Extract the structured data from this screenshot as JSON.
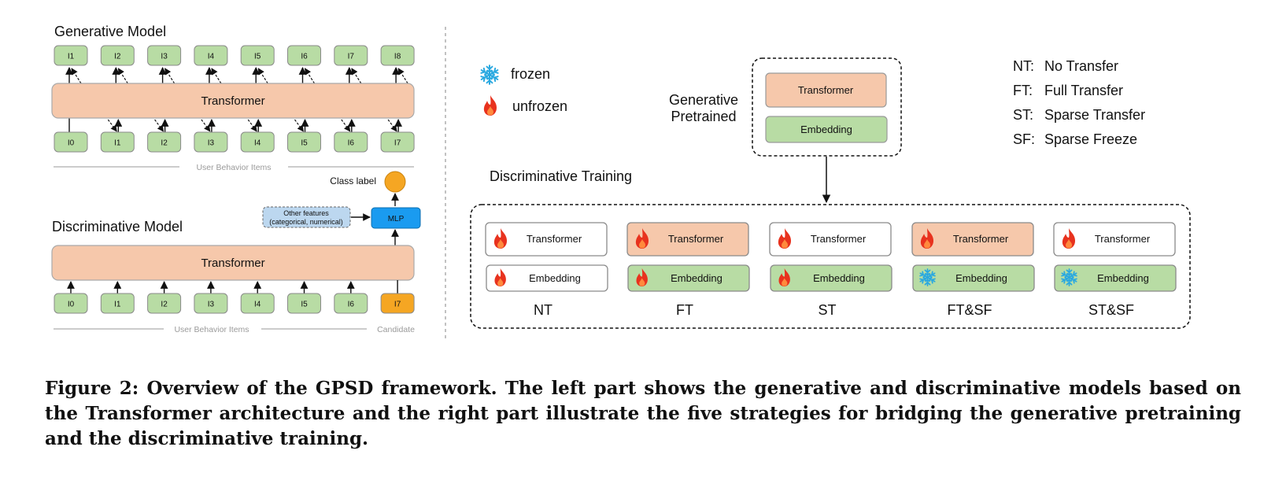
{
  "left": {
    "generative": {
      "title": "Generative Model",
      "transformer": "Transformer",
      "outputs": [
        "I1",
        "I2",
        "I3",
        "I4",
        "I5",
        "I6",
        "I7",
        "I8"
      ],
      "inputs": [
        "I0",
        "I1",
        "I2",
        "I3",
        "I4",
        "I5",
        "I6",
        "I7"
      ],
      "axis_label": "User Behavior Items"
    },
    "discriminative": {
      "title": "Discriminative Model",
      "transformer": "Transformer",
      "inputs": [
        "I0",
        "I1",
        "I2",
        "I3",
        "I4",
        "I5",
        "I6",
        "I7"
      ],
      "axis_label": "User Behavior Items",
      "candidate_label": "Candidate",
      "mlp": "MLP",
      "other_features_line1": "Other features",
      "other_features_line2": "(categorical, numerical)",
      "class_label": "Class label"
    }
  },
  "right": {
    "legend": {
      "frozen": "frozen",
      "unfrozen": "unfrozen"
    },
    "pretrained": {
      "label_line1": "Generative",
      "label_line2": "Pretrained",
      "transformer": "Transformer",
      "embedding": "Embedding"
    },
    "training_title": "Discriminative Training",
    "abbreviations": [
      {
        "code": "NT:",
        "text": "No Transfer"
      },
      {
        "code": "FT:",
        "text": "Full Transfer"
      },
      {
        "code": "ST:",
        "text": "Sparse Transfer"
      },
      {
        "code": "SF:",
        "text": "Sparse Freeze"
      }
    ],
    "strategies": [
      {
        "name": "NT",
        "transformer": "Transformer",
        "embedding": "Embedding",
        "transformer_state": "unfrozen",
        "embedding_state": "unfrozen",
        "transformer_transferred": false,
        "embedding_transferred": false
      },
      {
        "name": "FT",
        "transformer": "Transformer",
        "embedding": "Embedding",
        "transformer_state": "unfrozen",
        "embedding_state": "unfrozen",
        "transformer_transferred": true,
        "embedding_transferred": true
      },
      {
        "name": "ST",
        "transformer": "Transformer",
        "embedding": "Embedding",
        "transformer_state": "unfrozen",
        "embedding_state": "unfrozen",
        "transformer_transferred": false,
        "embedding_transferred": true
      },
      {
        "name": "FT&SF",
        "transformer": "Transformer",
        "embedding": "Embedding",
        "transformer_state": "unfrozen",
        "embedding_state": "frozen",
        "transformer_transferred": true,
        "embedding_transferred": true
      },
      {
        "name": "ST&SF",
        "transformer": "Transformer",
        "embedding": "Embedding",
        "transformer_state": "unfrozen",
        "embedding_state": "frozen",
        "transformer_transferred": false,
        "embedding_transferred": true
      }
    ]
  },
  "caption": "Figure 2: Overview of the GPSD framework. The left part shows the generative and discriminative models based on the Transformer architecture and the right part illustrate the five strategies for bridging the generative pretraining and the discriminative training.",
  "colors": {
    "transformer": "#f6c8ab",
    "embedding": "#b8dca4",
    "item": "#b8dca4",
    "candidate": "#f5a623",
    "mlp": "#1a9bf0",
    "other_features": "#bcd7ef",
    "class_label": "#f5a623",
    "flame": "#e8321e",
    "snowflake": "#29a8e0"
  },
  "icons": {
    "frozen": "snowflake-icon",
    "unfrozen": "flame-icon"
  }
}
